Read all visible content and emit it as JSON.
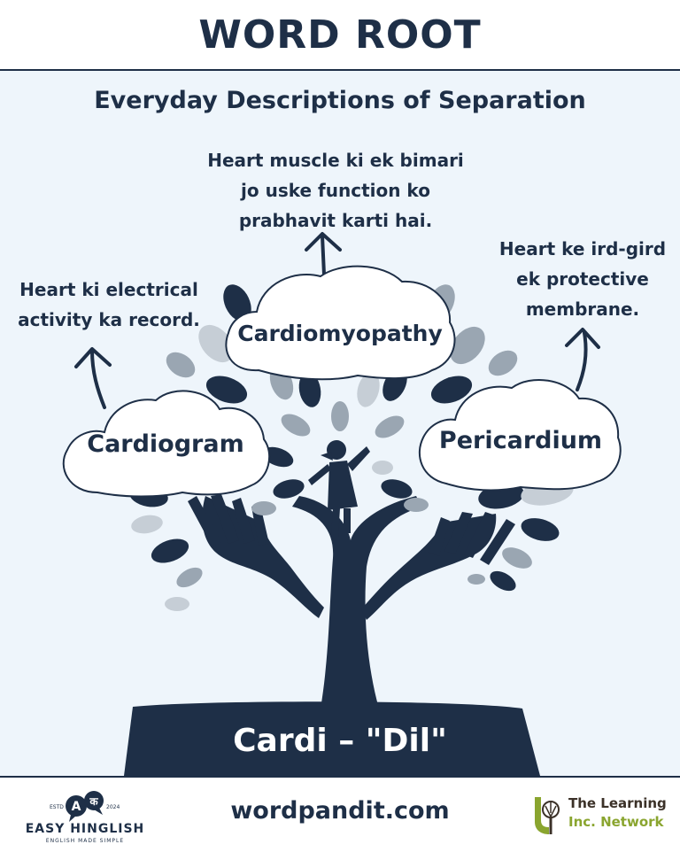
{
  "header": {
    "title": "WORD ROOT"
  },
  "subtitle": "Everyday Descriptions of Separation",
  "root": {
    "label": "Cardi – \"Dil\""
  },
  "branches": [
    {
      "word": "Cardiogram",
      "description": "Heart ki electrical\nactivity ka record."
    },
    {
      "word": "Cardiomyopathy",
      "description": "Heart muscle ki ek bimari\njo uske function ko\nprabhavit karti hai."
    },
    {
      "word": "Pericardium",
      "description": "Heart ke ird-gird\nek protective\nmembrane."
    }
  ],
  "footer": {
    "website": "wordpandit.com",
    "left_logo": {
      "name": "EASY HINGLISH",
      "tagline": "ENGLISH MADE SIMPLE",
      "estd": "ESTD",
      "year": "2024",
      "badge_a": "A",
      "badge_k": "क"
    },
    "right_logo": {
      "line1": "The Learning",
      "line2": "Inc. Network"
    }
  },
  "colors": {
    "navy": "#1e2f47",
    "background": "#eef5fb",
    "leaf_gray": "#9aa6b2",
    "leaf_light": "#c6ced6",
    "accent_green": "#8aa52f"
  },
  "icons": [
    "up-arrow-icon",
    "tree-illustration",
    "hand-icon",
    "child-figure-icon",
    "leaf-icon",
    "cloud-shape"
  ]
}
